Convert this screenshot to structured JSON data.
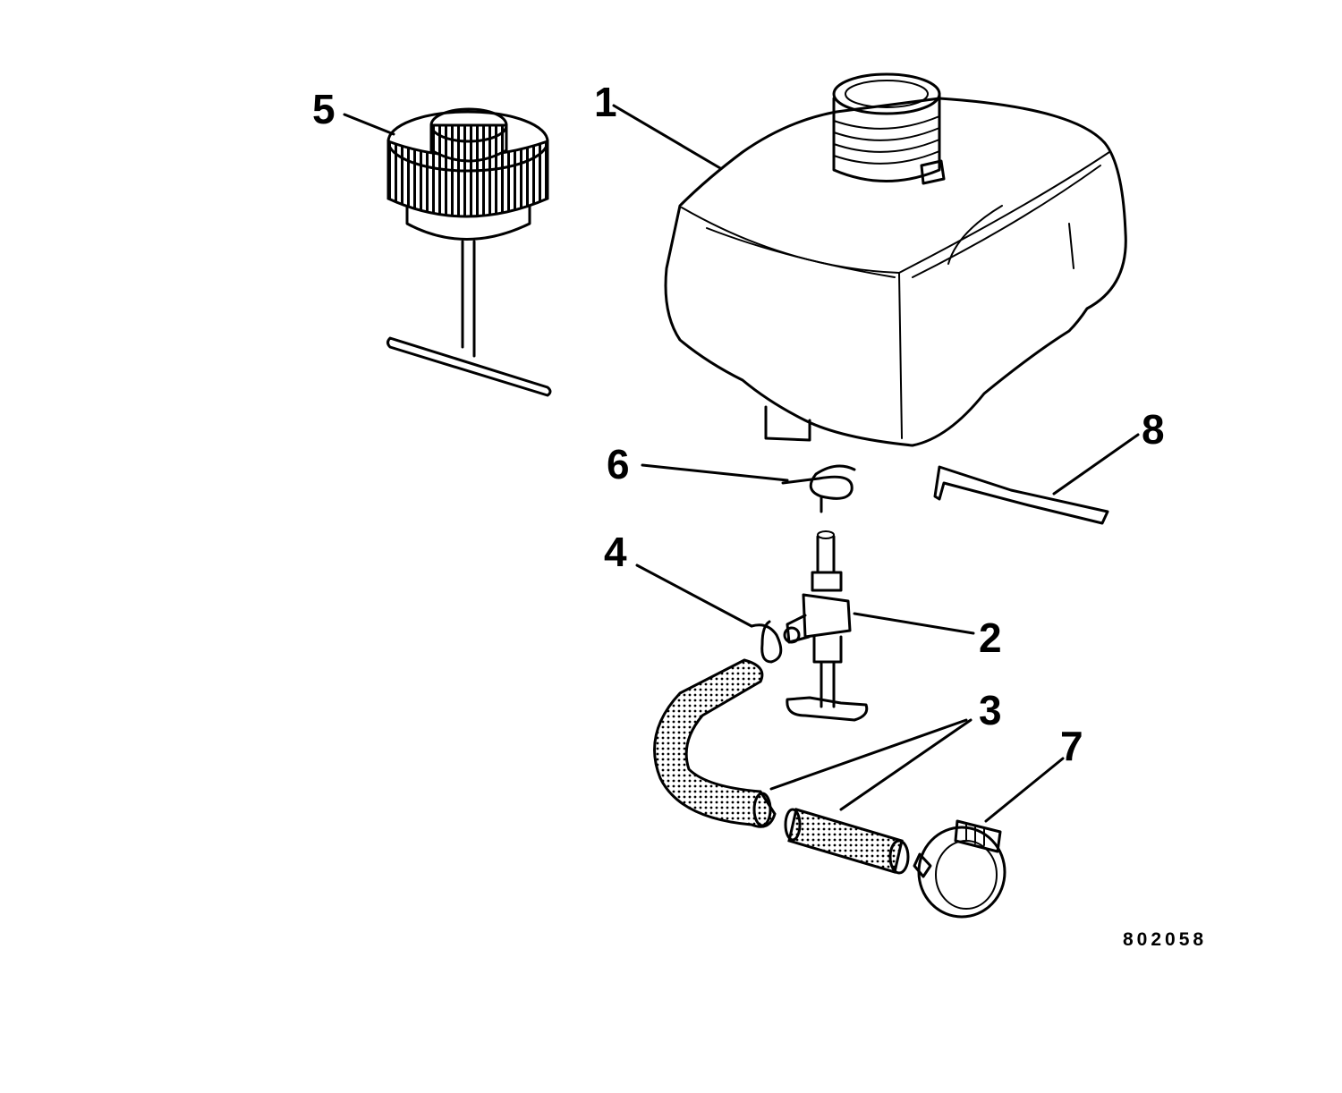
{
  "callouts": {
    "c1": "1",
    "c2": "2",
    "c3": "3",
    "c4": "4",
    "c5": "5",
    "c6": "6",
    "c7": "7",
    "c8": "8"
  },
  "figure_code": "802058",
  "colors": {
    "ink": "#000000",
    "paper": "#ffffff"
  }
}
